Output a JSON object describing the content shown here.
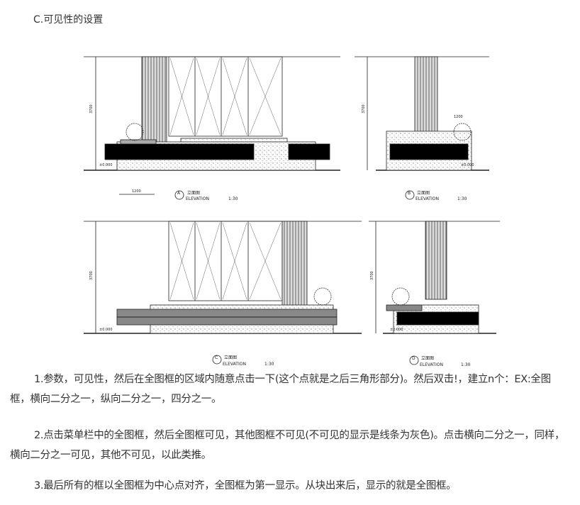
{
  "heading": "C.可见性的设置",
  "figure": {
    "panels": [
      {
        "letter": "A",
        "title_cn": "立面图",
        "title_en": "ELEVATION",
        "scale": "1:30",
        "dim_height": "3700",
        "dim_width": "1200",
        "level": "±0.000"
      },
      {
        "letter": "B",
        "title_cn": "立面图",
        "title_en": "ELEVATION",
        "scale": "1:30",
        "dim_height": "3700",
        "dim_width": "1200",
        "level": "±0.000"
      },
      {
        "letter": "C",
        "title_cn": "立面图",
        "title_en": "ELEVATION",
        "scale": "1:30",
        "dim_height": "3700",
        "level": "±0.000"
      },
      {
        "letter": "D",
        "title_cn": "立面图",
        "title_en": "ELEVATION",
        "scale": "1:30",
        "dim_height": "3700",
        "level": "±0.000"
      }
    ]
  },
  "paragraphs": [
    "1.参数，可见性，然后在全图框的区域内随意点击一下(这个点就是之后三角形部分)。然后双击!，建立n个：EX:全图框，横向二分之一，纵向二分之一，四分之一。",
    "2.点击菜单栏中的全图框，然后全图框可见，其他图框不可见(不可见的显示是线条为灰色)。点击横向二分之一，同样，横向二分之一可见，其他不可见，以此类推。",
    "3.最后所有的框以全图框为中心点对齐，全图框为第一显示。从块出来后，显示的就是全图框。"
  ]
}
